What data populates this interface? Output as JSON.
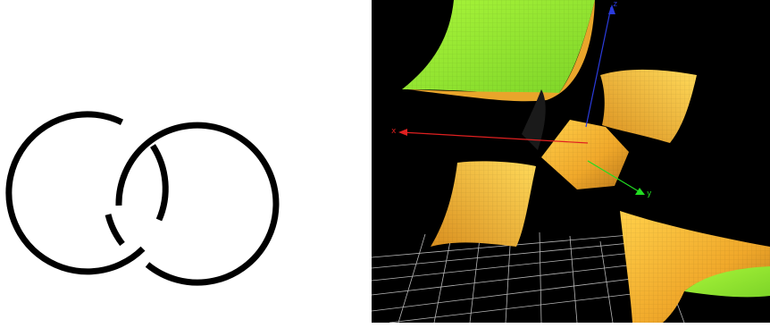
{
  "figures": {
    "left": {
      "kind": "hopf-link",
      "stroke_color": "#000000"
    },
    "right": {
      "kind": "3d-surface-render",
      "background": "#000000",
      "surface_front_color": "#f2b431",
      "surface_back_color": "#9df231",
      "grid_color": "#d8d8d8",
      "axes": {
        "x": {
          "label": "x",
          "color": "#e02020"
        },
        "y": {
          "label": "y",
          "color": "#22dd22"
        },
        "z": {
          "label": "z",
          "color": "#2b3bdc"
        }
      }
    }
  }
}
